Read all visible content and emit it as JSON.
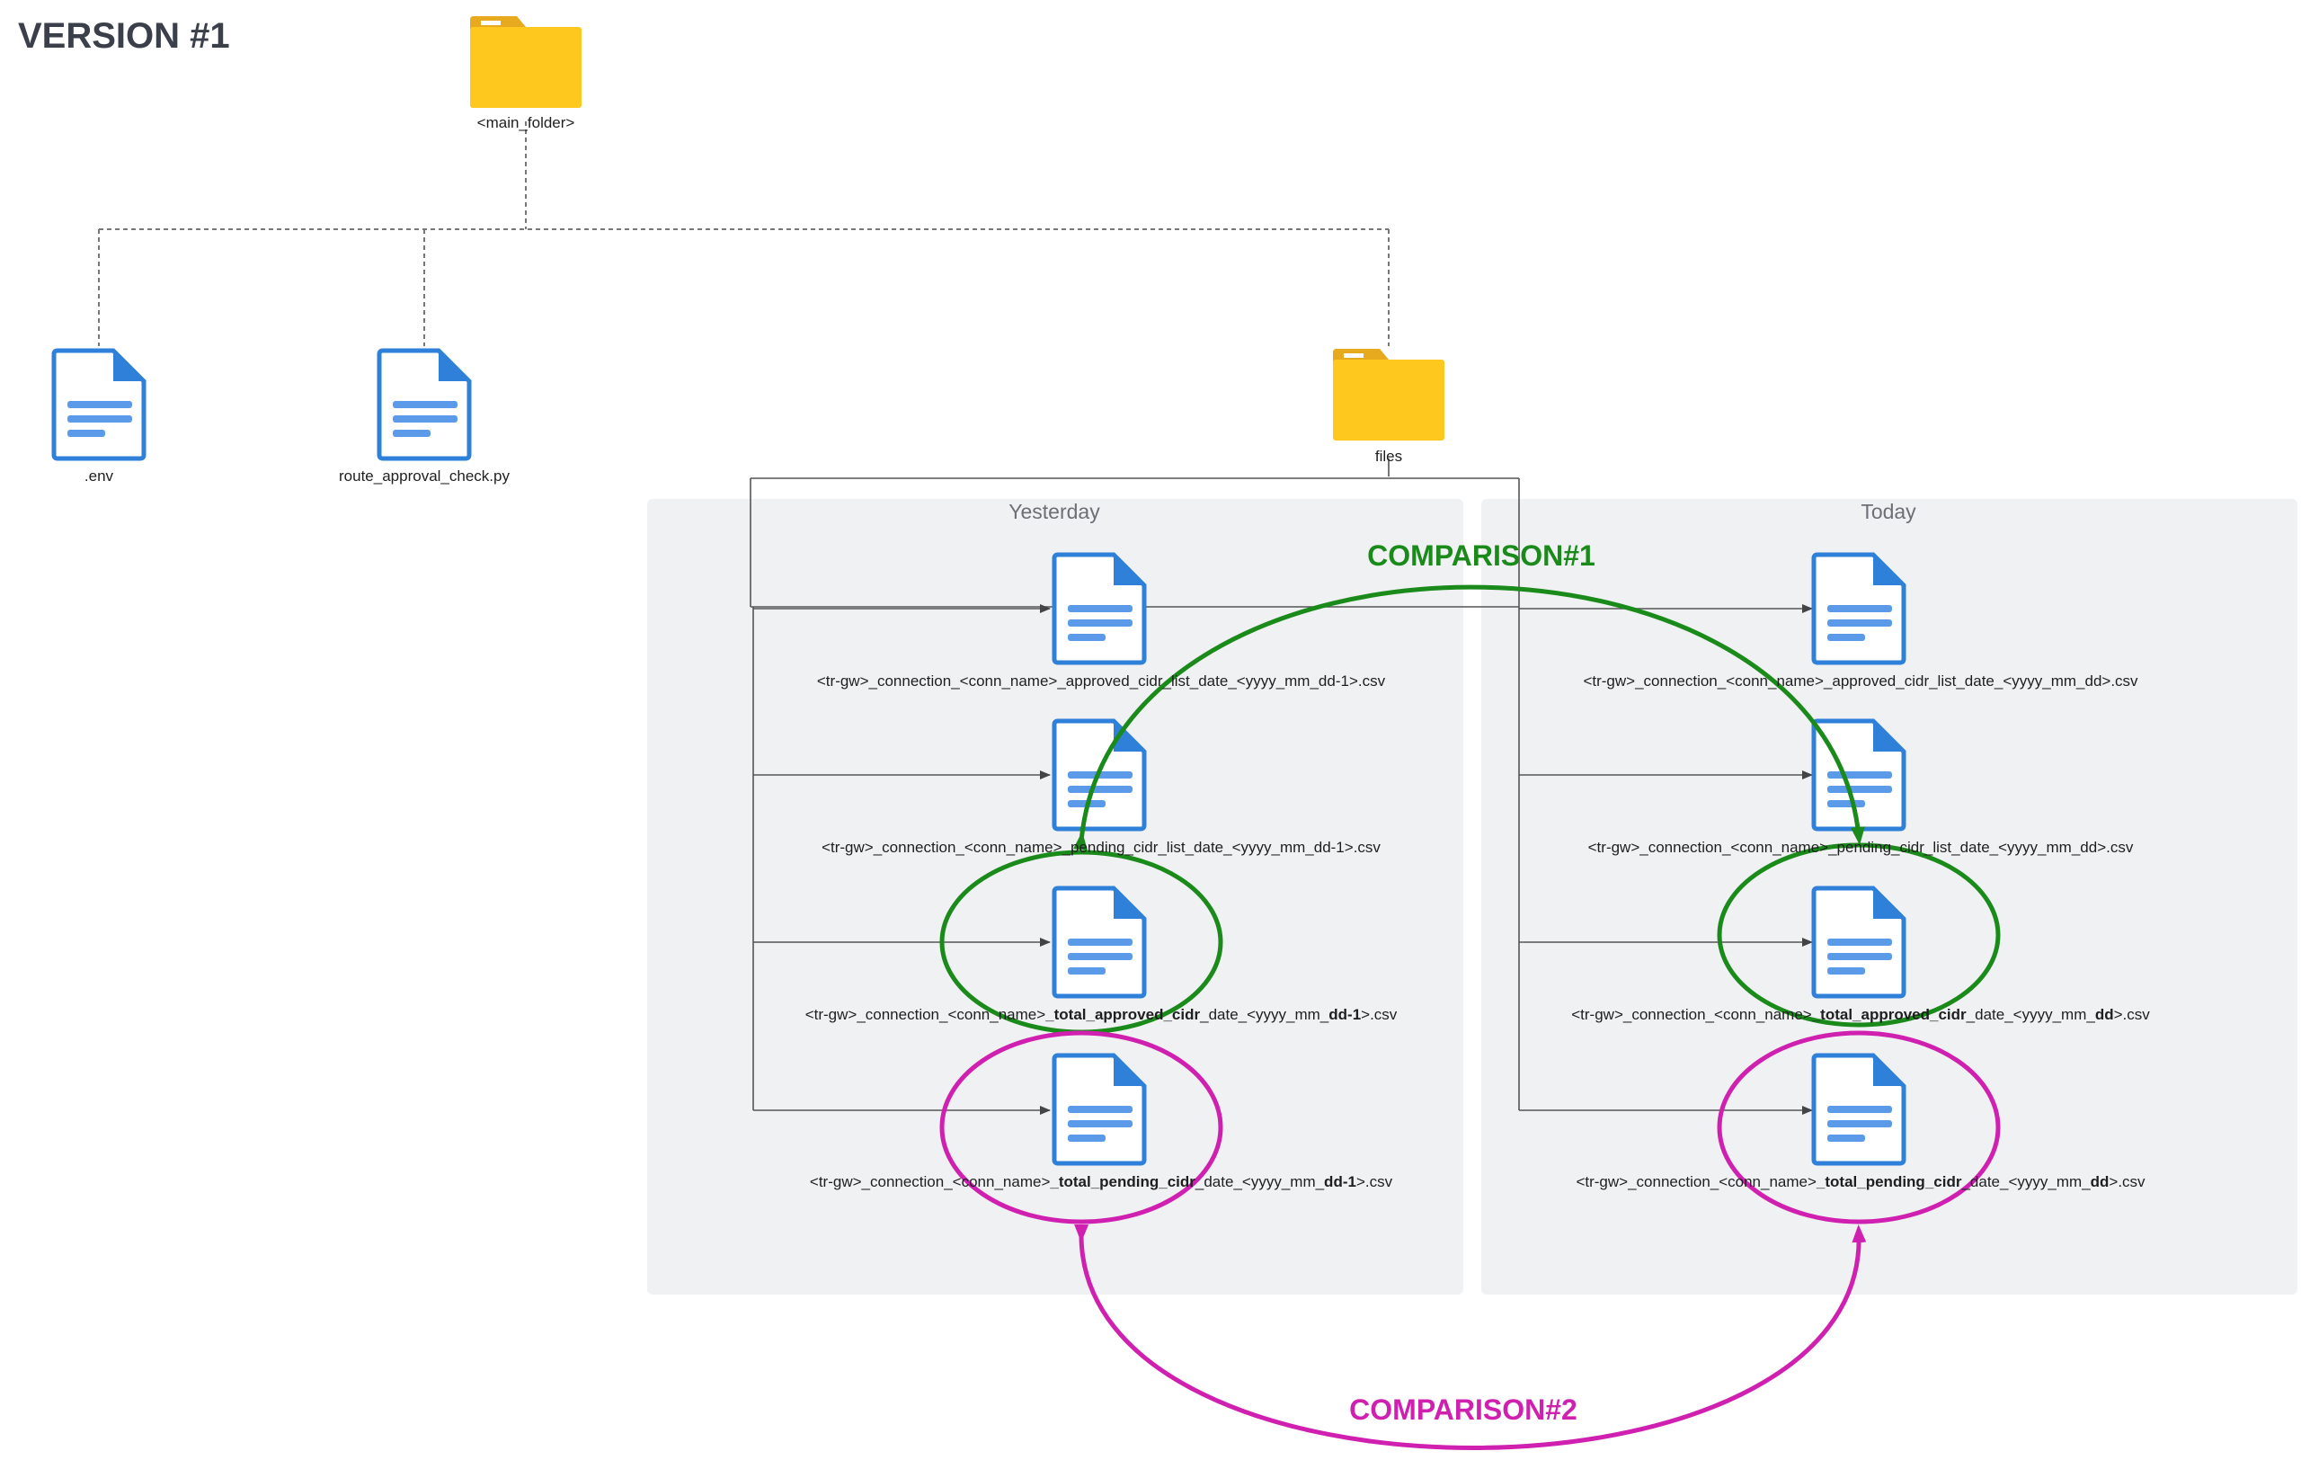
{
  "title": "VERSION #1",
  "root_folder": "<main_folder>",
  "root_files": [
    ".env",
    "route_approval_check.py"
  ],
  "files_folder": "files",
  "panels": {
    "yesterday": "Yesterday",
    "today": "Today"
  },
  "yesterday_files": [
    {
      "pre": "<tr-gw>_connection_<conn_name>_approved_cidr_list_date_<yyyy_mm_dd-1>.csv",
      "b1": "",
      "mid": "",
      "b2": "",
      "post": ""
    },
    {
      "pre": "<tr-gw>_connection_<conn_name>_pending_cidr_list_date_<yyyy_mm_dd-1>.csv",
      "b1": "",
      "mid": "",
      "b2": "",
      "post": ""
    },
    {
      "pre": "<tr-gw>_connection_<conn_name>",
      "b1": "_total_approved_cidr",
      "mid": "_date_<yyyy_mm_",
      "b2": "dd-1",
      "post": ">.csv"
    },
    {
      "pre": "<tr-gw>_connection_<conn_name>",
      "b1": "_total_pending_cidr",
      "mid": "_date_<yyyy_mm_",
      "b2": "dd-1",
      "post": ">.csv"
    }
  ],
  "today_files": [
    {
      "pre": "<tr-gw>_connection_<conn_name>_approved_cidr_list_date_<yyyy_mm_dd>.csv",
      "b1": "",
      "mid": "",
      "b2": "",
      "post": ""
    },
    {
      "pre": "<tr-gw>_connection_<conn_name>_pending_cidr_list_date_<yyyy_mm_dd>.csv",
      "b1": "",
      "mid": "",
      "b2": "",
      "post": ""
    },
    {
      "pre": "<tr-gw>_connection_<conn_name>",
      "b1": "_total_approved_cidr",
      "mid": "_date_<yyyy_mm_",
      "b2": "dd",
      "post": ">.csv"
    },
    {
      "pre": "<tr-gw>_connection_<conn_name>",
      "b1": "_total_pending_cidr",
      "mid": "_date_<yyyy_mm_",
      "b2": "dd",
      "post": ">.csv"
    }
  ],
  "comparisons": [
    "COMPARISON#1",
    "COMPARISON#2"
  ],
  "colors": {
    "folder": "#ffc81e",
    "folder_tab": "#e7a91d",
    "doc": "#2f80d8",
    "doc_lines": "#5a9ae8",
    "green": "#1a8a1a",
    "magenta": "#d020b0",
    "panel": "#f0f1f3"
  }
}
